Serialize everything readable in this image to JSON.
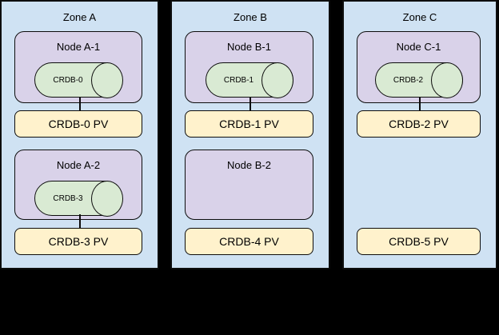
{
  "zones": [
    {
      "label": "Zone A",
      "nodes": [
        {
          "label": "Node A-1",
          "pod": "CRDB-0"
        },
        {
          "label": "Node A-2",
          "pod": "CRDB-3"
        }
      ],
      "pvs": [
        "CRDB-0 PV",
        "CRDB-3 PV"
      ]
    },
    {
      "label": "Zone B",
      "nodes": [
        {
          "label": "Node B-1",
          "pod": "CRDB-1"
        },
        {
          "label": "Node B-2",
          "pod": null
        }
      ],
      "pvs": [
        "CRDB-1 PV",
        "CRDB-4 PV"
      ]
    },
    {
      "label": "Zone C",
      "nodes": [
        {
          "label": "Node C-1",
          "pod": "CRDB-2"
        }
      ],
      "pvs": [
        "CRDB-2 PV",
        "CRDB-5 PV"
      ]
    }
  ],
  "colors": {
    "background": "#000000",
    "zone_fill": "#cfe2f3",
    "node_fill": "#d9d2e9",
    "pod_fill": "#d9ead3",
    "pv_fill": "#fff2cc",
    "shape_border": "#0d0d0d"
  }
}
